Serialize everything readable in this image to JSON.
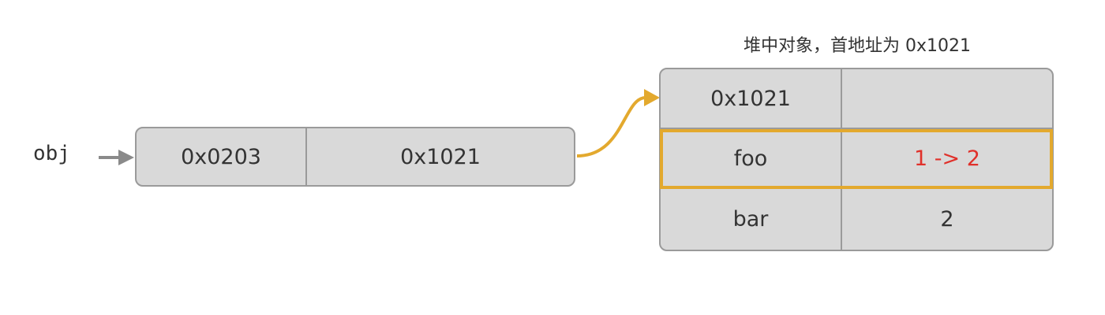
{
  "variable": {
    "name": "obj"
  },
  "stack": {
    "address": "0x0203",
    "value": "0x1021"
  },
  "heap": {
    "title": "堆中对象，首地址为 0x1021",
    "rows": [
      {
        "key": "0x1021",
        "value": ""
      },
      {
        "key": "foo",
        "value": "1 -> 2"
      },
      {
        "key": "bar",
        "value": "2"
      }
    ],
    "highlighted_row": 1
  },
  "colors": {
    "box_fill": "#d9d9d9",
    "box_border": "#9a9a9a",
    "pointer_arrow": "#e3a92e",
    "variable_arrow": "#8a8a8a",
    "highlight_border": "#e3a92e",
    "changed_value": "#e0302a"
  }
}
